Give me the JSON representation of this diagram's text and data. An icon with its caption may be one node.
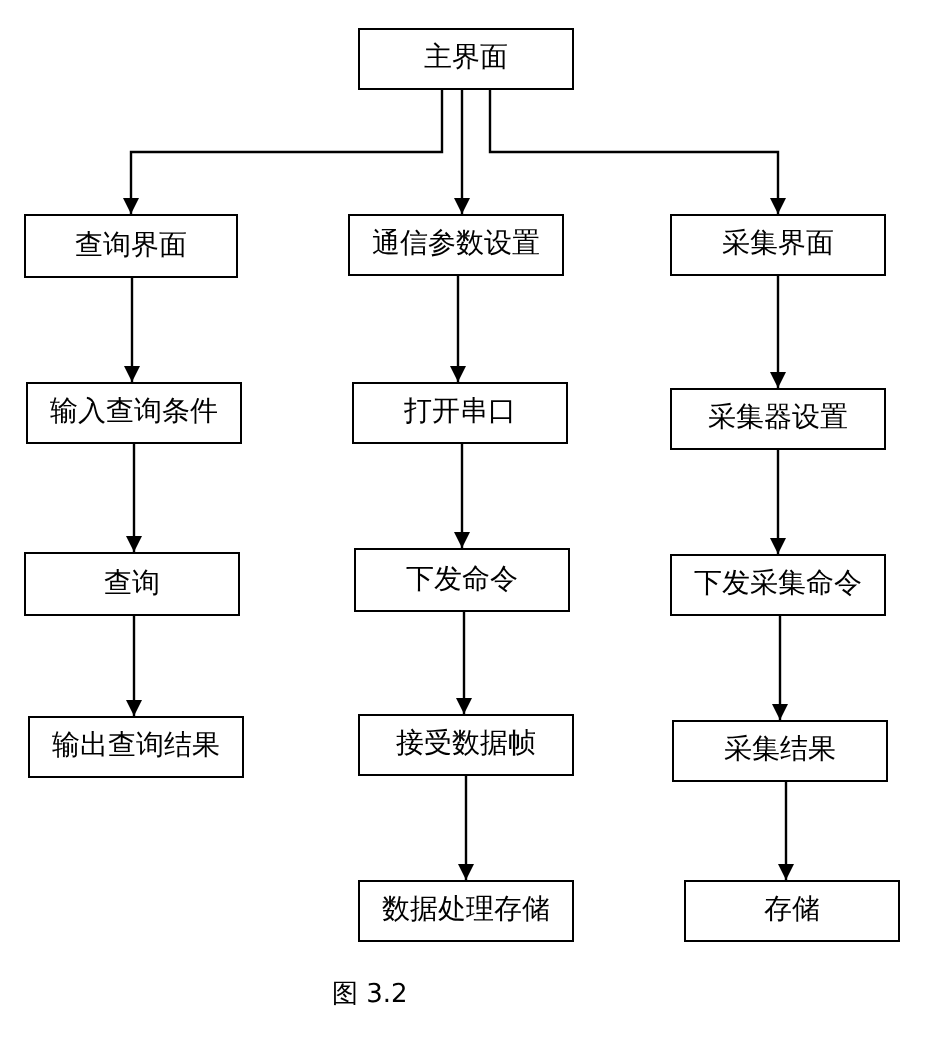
{
  "diagram": {
    "caption": "图 3.2",
    "nodes": [
      {
        "text": [
          "主界面"
        ]
      },
      {
        "text": [
          "查询界面"
        ]
      },
      {
        "text": [
          "通信参数设置"
        ]
      },
      {
        "text": [
          "采集界面"
        ]
      },
      {
        "text": [
          "输入查询条件"
        ]
      },
      {
        "text": [
          "打开串口"
        ]
      },
      {
        "text": [
          "采集器设置"
        ]
      },
      {
        "text": [
          "查询"
        ]
      },
      {
        "text": [
          "下发命令"
        ]
      },
      {
        "text": [
          "下发采集命令"
        ]
      },
      {
        "text": [
          "输出查询结果"
        ]
      },
      {
        "text": [
          "接受数据帧"
        ]
      },
      {
        "text": [
          "采集结果"
        ]
      },
      {
        "text": [
          "数据处理存储"
        ]
      },
      {
        "text": [
          "存储"
        ]
      }
    ],
    "edges": [
      {
        "from": 0,
        "to": 1,
        "arrow": "to"
      },
      {
        "from": 0,
        "to": 2,
        "arrow": "to"
      },
      {
        "from": 0,
        "to": 3,
        "arrow": "to"
      },
      {
        "from": 1,
        "to": 4,
        "arrow": "to"
      },
      {
        "from": 4,
        "to": 7,
        "arrow": "to"
      },
      {
        "from": 7,
        "to": 10,
        "arrow": "to"
      },
      {
        "from": 2,
        "to": 5,
        "arrow": "to"
      },
      {
        "from": 5,
        "to": 8,
        "arrow": "to"
      },
      {
        "from": 8,
        "to": 11,
        "arrow": "to"
      },
      {
        "from": 11,
        "to": 13,
        "arrow": "to"
      },
      {
        "from": 3,
        "to": 6,
        "arrow": "to"
      },
      {
        "from": 6,
        "to": 9,
        "arrow": "to"
      },
      {
        "from": 9,
        "to": 12,
        "arrow": "to"
      },
      {
        "from": 12,
        "to": 14,
        "arrow": "to"
      }
    ]
  }
}
